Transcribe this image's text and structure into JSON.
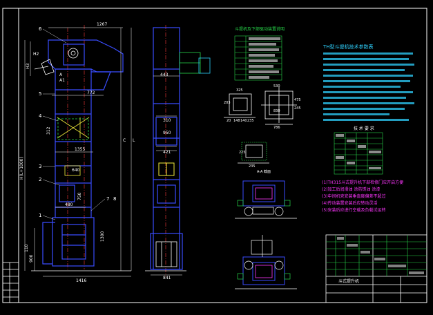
{
  "colors": {
    "bg": "#000000",
    "frame": "#ffffff",
    "blue": "#3a4dff",
    "green": "#27d84a",
    "cyan": "#2fd2ff",
    "yellow": "#f4ee3c",
    "red": "#ff3a3a",
    "magenta": "#ff36ff",
    "white": "#ffffff"
  },
  "left_elevation": {
    "dim_top_width": "1267",
    "dim_middle": "772",
    "dim_mid2": "1355",
    "dim_box_left": "640",
    "dim_box_lower": "480",
    "dim_bottom_width": "1416",
    "dim_height_h": "H(L+1000)",
    "dim_head_h": "H3",
    "dim_h2": "H2",
    "dim_312": "312",
    "dim_750": "750",
    "dim_1300": "1300",
    "dim_110": "110",
    "dim_900": "900",
    "label_a": "A",
    "label_a1": "A1",
    "label_c": "C",
    "label_l": "L",
    "callouts": [
      "6",
      "5",
      "4",
      "3",
      "2",
      "1",
      "7",
      "8"
    ]
  },
  "side_elevation": {
    "dim_top": "443",
    "dim_310": "310",
    "dim_950": "950",
    "dim_421": "421",
    "dim_841": "841"
  },
  "motor_table": {
    "title": "斗提机及下部驱动装置说明"
  },
  "sections": {
    "top_left": {
      "dims": [
        "325",
        "203",
        "20",
        "148",
        "140",
        "235"
      ]
    },
    "top_right": {
      "dims": [
        "530",
        "830",
        "786",
        "475",
        "245"
      ]
    },
    "mid_left": {
      "dims": [
        "225",
        "235"
      ]
    },
    "view_label": "A-A 截面"
  },
  "tech_notes": {
    "title": "TH型斗提机技术参数表"
  },
  "parts_table": {
    "title": "技 术 要 求"
  },
  "requirements": {
    "items": [
      "(1)TH315斗式提升机下部检修门应开启方便",
      "(2)加工后润滑油  涂防锈油  涂漆",
      "(3)中间机壳安装垂直度偏差不超过",
      "(4)传动装置安装后应转动灵活",
      "(5)安装后应进行空载及负载试运转"
    ]
  },
  "title_block": {
    "drawing_name": "斗式提升机"
  },
  "left_strip": {
    "cells": [
      "",
      "",
      "",
      "",
      "",
      ""
    ]
  }
}
